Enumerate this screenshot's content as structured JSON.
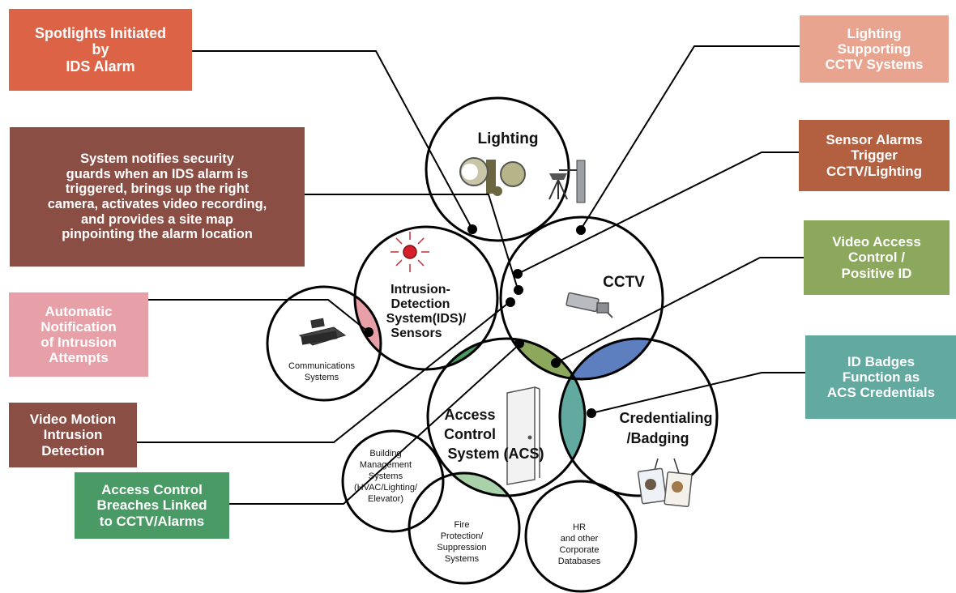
{
  "colors": {
    "orange_red": "#dd6347",
    "salmon": "#e8a48e",
    "brown": "#8b4e45",
    "rust": "#b2603f",
    "olive_green": "#8ca85c",
    "pink": "#e7a0a7",
    "dark_green": "#4a9a66",
    "teal": "#62a99f",
    "blue": "#5e7fbf",
    "light_green": "#a9d2aa"
  },
  "callouts": {
    "spotlights": "Spotlights Initiated\nby\nIDS Alarm",
    "system_notifies": "System notifies security\nguards when an IDS alarm is\ntriggered, brings up the right\ncamera, activates video recording,\nand provides a site map\npinpointing the alarm location",
    "automatic_notification": "Automatic\nNotification\nof Intrusion\nAttempts",
    "video_motion": "Video Motion\nIntrusion\nDetection",
    "access_breaches": "Access Control\nBreaches Linked\nto CCTV/Alarms",
    "lighting_supporting": "Lighting\nSupporting\nCCTV Systems",
    "sensor_alarms": "Sensor Alarms\nTrigger\nCCTV/Lighting",
    "video_access": "Video Access\nControl /\nPositive ID",
    "id_badges": "ID Badges\nFunction as\nACS Credentials"
  },
  "circles": {
    "lighting": "Lighting",
    "cctv": "CCTV",
    "ids": [
      "Intrusion-",
      "Detection",
      "System(IDS)/",
      "Sensors"
    ],
    "acs": [
      "Access",
      "Control",
      "System (ACS)"
    ],
    "credentialing": [
      "Credentialing",
      "/Badging"
    ],
    "communications": [
      "Communications",
      "Systems"
    ],
    "building": [
      "Building",
      "Management",
      "Systems",
      "(HVAC/Lighting/",
      "Elevator)"
    ],
    "fire": [
      "Fire",
      "Protection/",
      "Suppression",
      "Systems"
    ],
    "hr": [
      "HR",
      "and other",
      "Corporate",
      "Databases"
    ]
  }
}
